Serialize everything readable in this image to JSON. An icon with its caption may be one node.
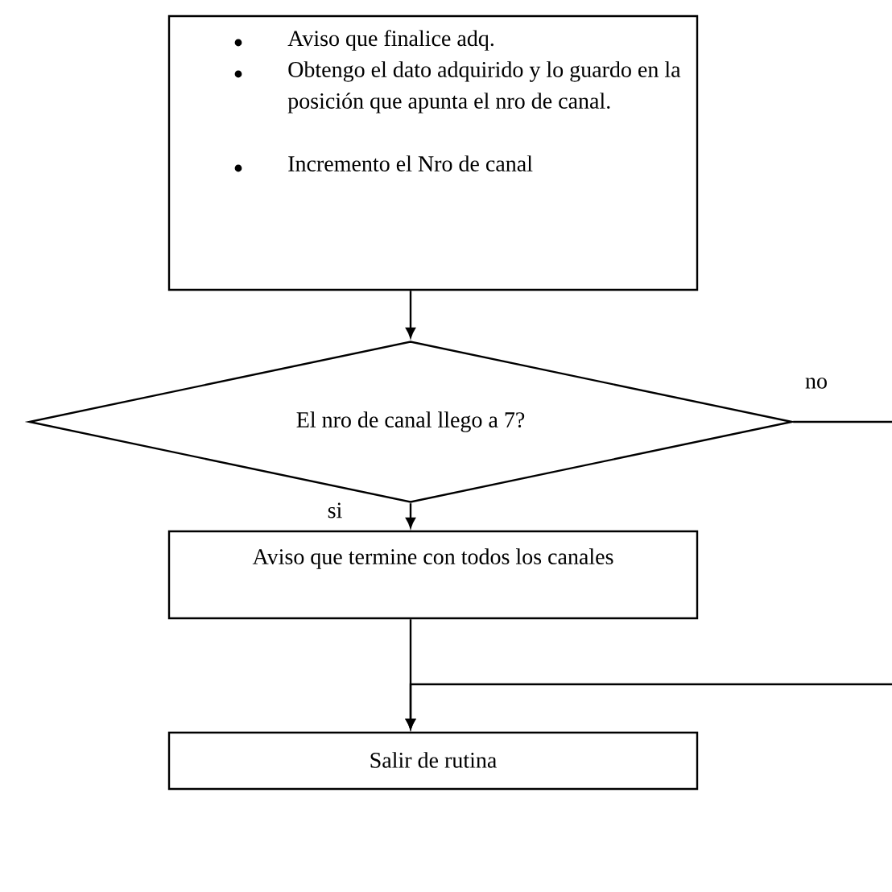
{
  "diagram": {
    "nodes": [
      {
        "text": [
          "Aviso que finalice adq.",
          "Obtengo el dato adquirido y lo guardo en la posición que apunta el nro de canal.",
          "Incremento el Nro de canal"
        ]
      },
      {
        "text": [
          "El nro de canal llego a 7?"
        ]
      },
      {
        "text": [
          "Aviso que termine con todos los canales"
        ]
      },
      {
        "text": [
          "Salir de rutina"
        ]
      }
    ],
    "edges": [
      {
        "from": 0,
        "to": 1,
        "arrow": "to"
      },
      {
        "from": 1,
        "to": 2,
        "arrow": "to",
        "label": "si"
      },
      {
        "from": 1,
        "to": null,
        "arrow": "none",
        "label": "no"
      },
      {
        "from": 2,
        "to": 3,
        "arrow": "to"
      },
      {
        "from": null,
        "to": 3,
        "arrow": "to"
      }
    ]
  }
}
